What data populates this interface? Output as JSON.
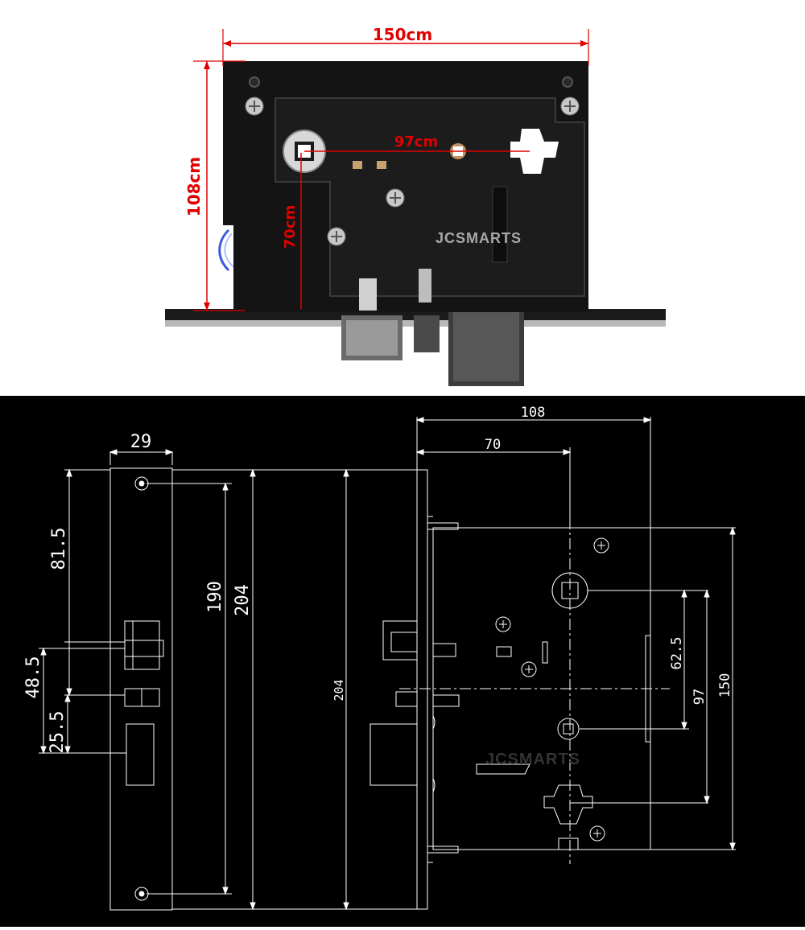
{
  "photo": {
    "dimensions": {
      "width_label": "150cm",
      "height_label": "108cm",
      "spindle_spacing_label": "97cm",
      "backset_label": "70cm"
    },
    "watermark": "JCSMARTS"
  },
  "drawing": {
    "side_view": {
      "thickness": "29",
      "latch_offset": "81.5",
      "screw_pitch": "190",
      "faceplate_length": "204",
      "deadbolt_offset": "48.5",
      "sensor_offset": "25.5"
    },
    "front_view": {
      "faceplate_length": "204",
      "case_depth": "108",
      "backset": "70",
      "spindle_to_center": "62.5",
      "spindle_to_cylinder": "97",
      "case_height": "150"
    },
    "watermark": "JCSMARTS"
  },
  "colors": {
    "dimension_red": "#e00000",
    "lock_body": "#141414",
    "cad_background": "#000000",
    "cad_lines": "#ffffff"
  }
}
